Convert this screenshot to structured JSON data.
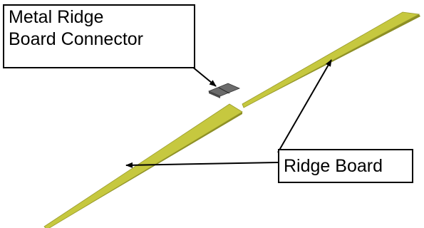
{
  "labels": {
    "connector_line1": "Metal Ridge",
    "connector_line2": "Board Connector",
    "ridge_board": "Ridge Board"
  },
  "colors": {
    "board_top": "#c6c83f",
    "board_side": "#8c8e24",
    "connector": "#6b6b6b",
    "outline": "#000000"
  }
}
